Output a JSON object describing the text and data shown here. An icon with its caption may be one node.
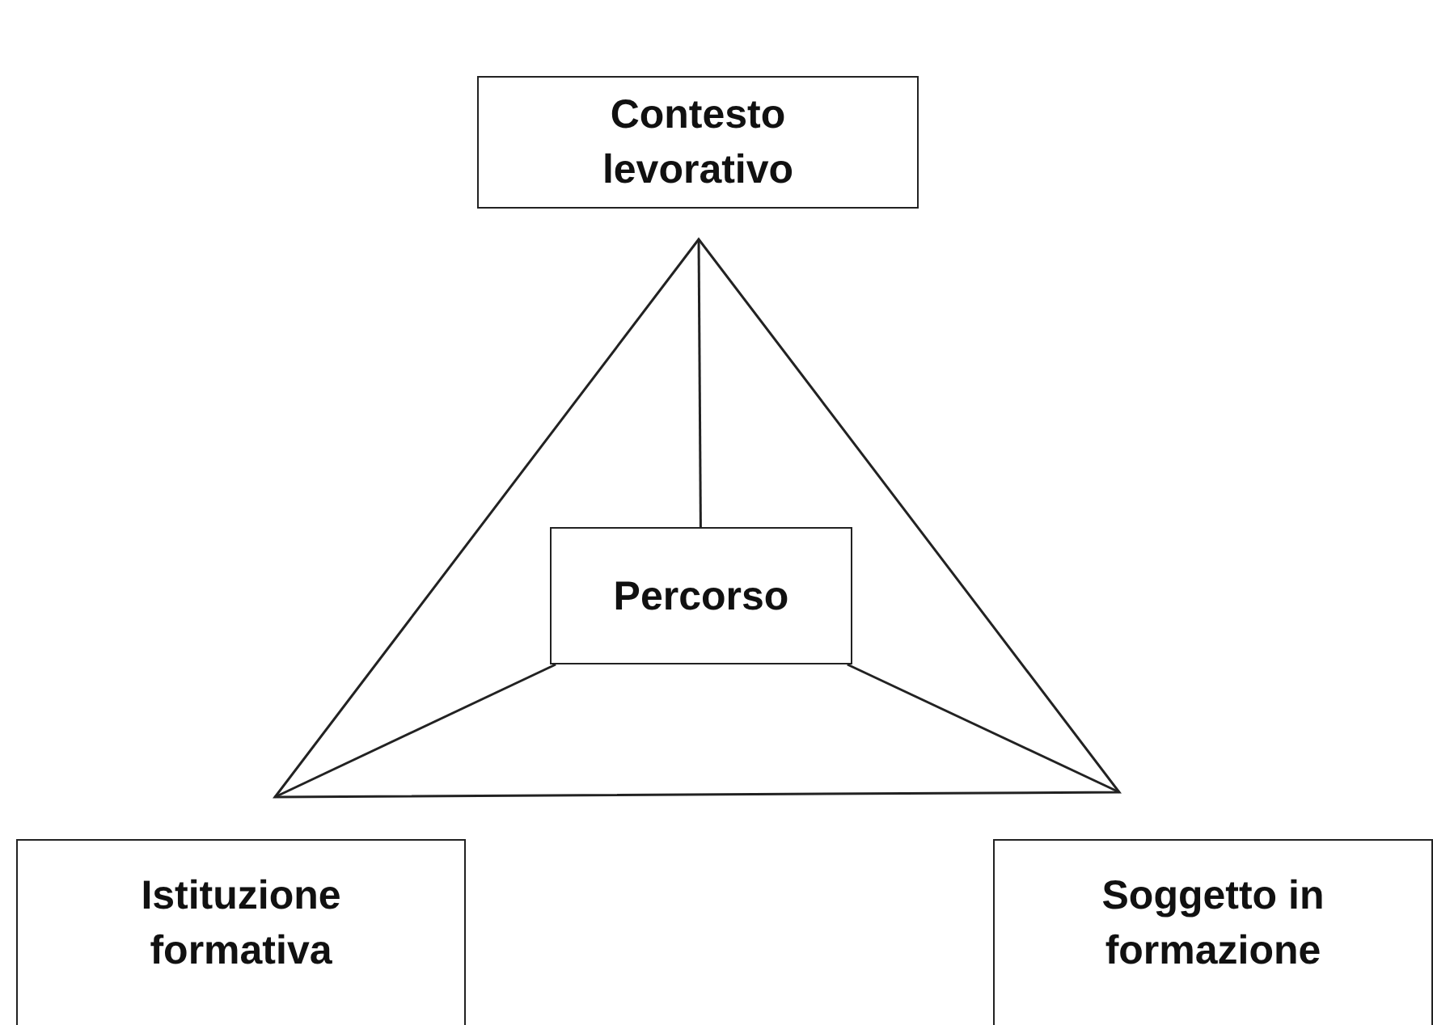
{
  "diagram": {
    "nodes": [
      {
        "text": [
          "Contesto levorativo"
        ]
      },
      {
        "text": [
          "Percorso"
        ]
      },
      {
        "text": [
          "Istituzione formativa"
        ]
      },
      {
        "text": [
          "Soggetto in formazione"
        ]
      }
    ],
    "edges": [
      {
        "from": 1,
        "to": null,
        "arrow": "none"
      },
      {
        "from": 1,
        "to": null,
        "arrow": "none"
      },
      {
        "from": 1,
        "to": null,
        "arrow": "none"
      }
    ]
  }
}
